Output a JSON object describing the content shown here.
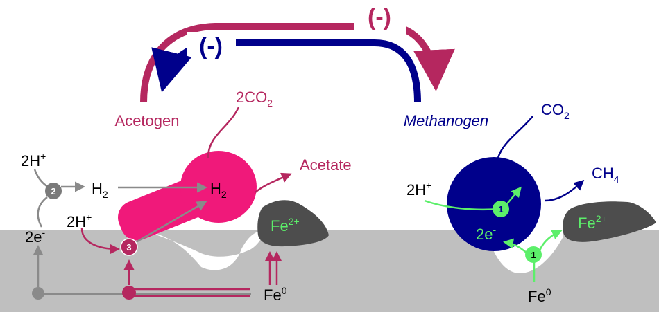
{
  "colors": {
    "magenta": "#b5275f",
    "hotpink": "#f0197a",
    "navy": "#00008b",
    "green": "#5cef6a",
    "grey_arrow": "#8a8a8a",
    "surface": "#bfbfbf",
    "mineral": "#4d4d4d",
    "node_grey": "#7a7a7a"
  },
  "top": {
    "minus_right": "(-)",
    "minus_left": "(-)"
  },
  "acetogen": {
    "name": "Acetogen",
    "co2": {
      "base": "2CO",
      "sub": "2"
    },
    "acetate": "Acetate",
    "h2_inside": {
      "base": "H",
      "sub": "2"
    },
    "h2_left": {
      "base": "H",
      "sub": "2"
    },
    "proton_top": {
      "base": "2H",
      "sup": "+"
    },
    "proton_mid": {
      "base": "2H",
      "sup": "+"
    },
    "electrons": {
      "base": "2e",
      "sup": "-"
    },
    "fe2": {
      "base": "Fe",
      "sup": "2+"
    },
    "fe0": {
      "base": "Fe",
      "sup": "0"
    },
    "step2": "2",
    "step3": "3"
  },
  "methanogen": {
    "name": "Methanogen",
    "co2": {
      "base": "CO",
      "sub": "2"
    },
    "ch4": {
      "base": "CH",
      "sub": "4"
    },
    "proton": {
      "base": "2H",
      "sup": "+"
    },
    "electrons": {
      "base": "2e",
      "sup": "-"
    },
    "fe2": {
      "base": "Fe",
      "sup": "2+"
    },
    "fe0": {
      "base": "Fe",
      "sup": "0"
    },
    "step1_cell": "1",
    "step1_surface": "1"
  }
}
